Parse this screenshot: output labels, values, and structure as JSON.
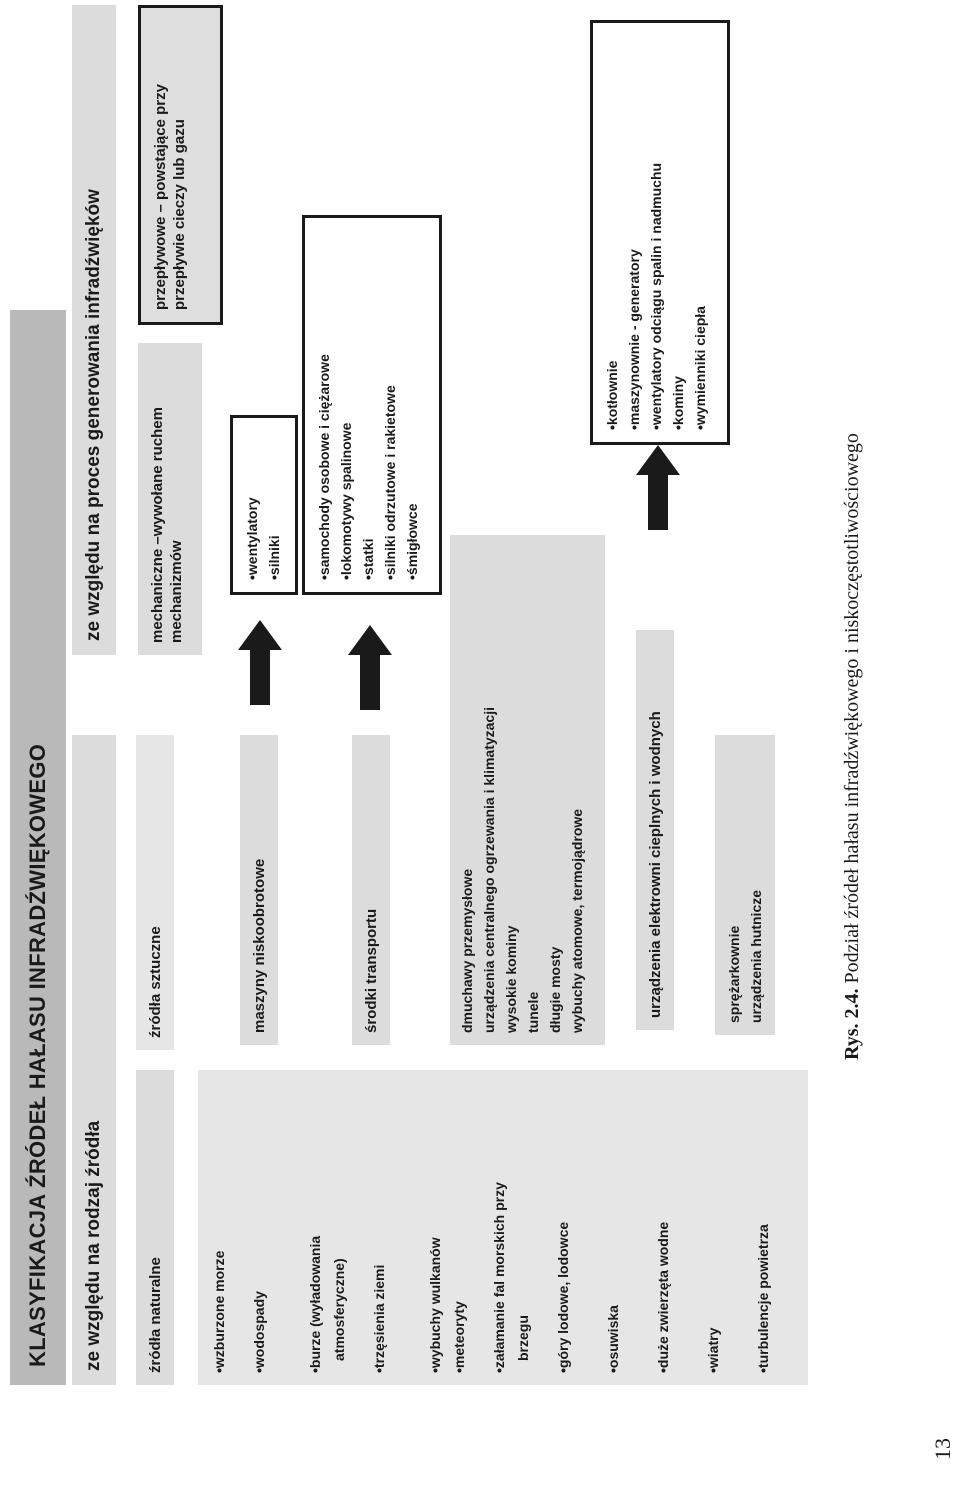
{
  "title": "KLASYFIKACJA ŹRÓDEŁ HAŁASU INFRADŹWIĘKOWEGO",
  "branch_left": {
    "label": "ze względu na rodzaj źródła"
  },
  "branch_right": {
    "label": "ze względu na proces generowania infradźwięków"
  },
  "natural": {
    "label": "źródła naturalne",
    "items": [
      "wzburzone morze",
      "wodospady",
      "burze (wyładowania",
      "atmosferyczne)",
      "trzęsienia ziemi",
      "wybuchy wulkanów",
      "meteoryty",
      "załamanie fal  morskich przy",
      "brzegu",
      "góry lodowe, lodowce",
      "osuwiska",
      "duże zwierzęta wodne",
      "wiatry",
      "turbulencje powietrza"
    ]
  },
  "artificial": {
    "label": "źródła sztuczne",
    "low_speed": "maszyny niskoobrotowe",
    "transport": "środki transportu",
    "industrial": [
      "dmuchawy przemysłowe",
      "urządzenia centralnego ogrzewania i klimatyzacji",
      "wysokie kominy",
      "tunele",
      "długie mosty",
      "wybuchy atomowe, termojądrowe"
    ],
    "power": "urządzenia elektrowni cieplnych i wodnych",
    "metallurgy": [
      "sprężarkownie",
      "urządzenia hutnicze"
    ]
  },
  "mechanical": {
    "label": "mechaniczne –wywołane ruchem mechanizmów"
  },
  "flow": {
    "label": "przepływowe – powstające przy przepływie cieczy lub gazu"
  },
  "box_fans": [
    "wentylatory",
    "silniki"
  ],
  "box_vehicles": [
    "samochody osobowe i ciężarowe",
    "lokomotywy spalinowe",
    "statki",
    "silniki odrzutowe i rakietowe",
    "śmigłowce"
  ],
  "box_boilers": [
    "kotłownie",
    "maszynownie - generatory",
    "wentylatory odciągu spalin i nadmuchu",
    "kominy",
    "wymienniki ciepła"
  ],
  "caption": {
    "prefix": "Rys. 2.4.",
    "text": " Podział źródeł hałasu infradźwiękowego i niskoczęstotliwościowego"
  },
  "page_number": "13"
}
